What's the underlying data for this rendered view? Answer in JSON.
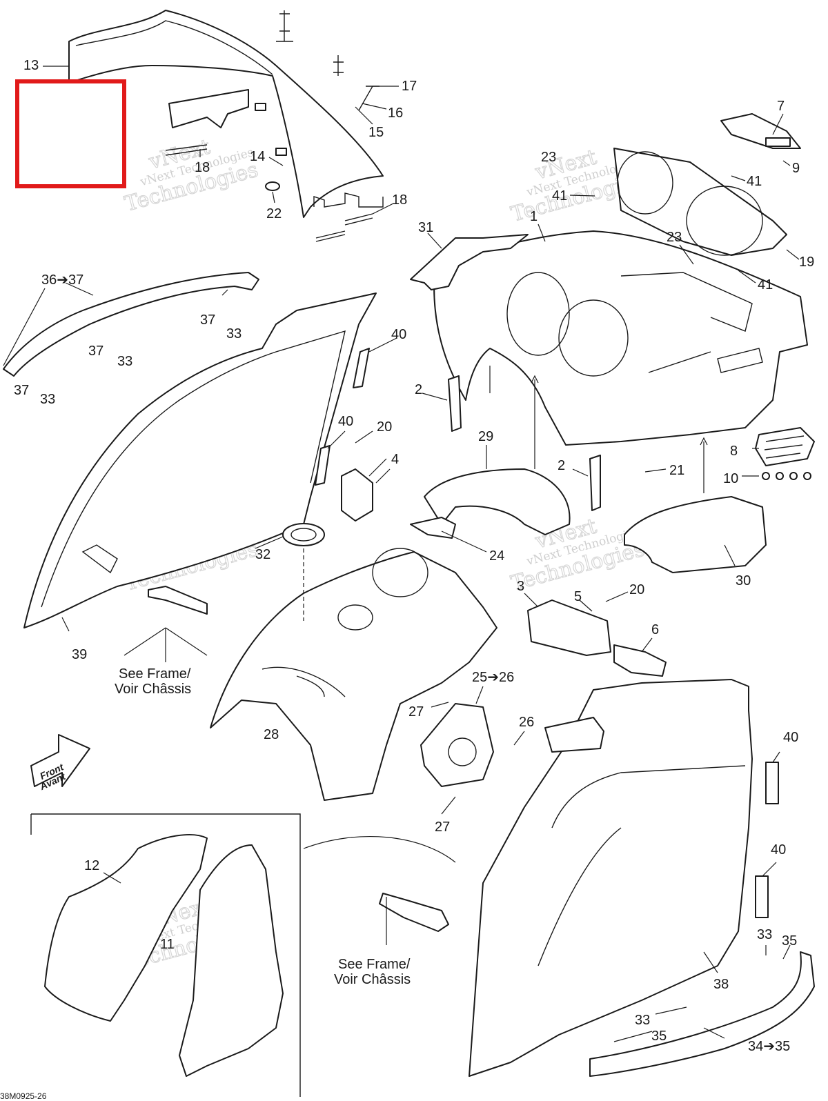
{
  "diagram_code": "38M0925-26",
  "see_frame_label": "See Frame/",
  "voir_chassis_label": "Voir Châssis",
  "front_label": "Front",
  "avant_label": "Avant",
  "watermark": {
    "line1": "vNext",
    "line2": "vNext Technologies",
    "line3": "Technologies"
  },
  "highlight_color": "#e11a1a",
  "callouts": {
    "c1": "1",
    "c2a": "2",
    "c2b": "2",
    "c3": "3",
    "c4": "4",
    "c5": "5",
    "c6": "6",
    "c7": "7",
    "c8": "8",
    "c9": "9",
    "c10": "10",
    "c11": "11",
    "c12": "12",
    "c13": "13",
    "c14": "14",
    "c15": "15",
    "c16": "16",
    "c17": "17",
    "c18a": "18",
    "c18b": "18",
    "c19": "19",
    "c20a": "20",
    "c20b": "20",
    "c21": "21",
    "c22": "22",
    "c23a": "23",
    "c23b": "23",
    "c24": "24",
    "c25": "25➔26",
    "c26": "26",
    "c27a": "27",
    "c27b": "27",
    "c28": "28",
    "c29": "29",
    "c30": "30",
    "c31": "31",
    "c32": "32",
    "c33a": "33",
    "c33b": "33",
    "c33c": "33",
    "c33d": "33",
    "c33e": "33",
    "c34": "34➔35",
    "c35a": "35",
    "c35b": "35",
    "c36": "36➔37",
    "c37a": "37",
    "c37b": "37",
    "c37c": "37",
    "c38": "38",
    "c39": "39",
    "c40a": "40",
    "c40b": "40",
    "c40c": "40",
    "c40d": "40",
    "c41a": "41",
    "c41b": "41",
    "c41c": "41"
  }
}
